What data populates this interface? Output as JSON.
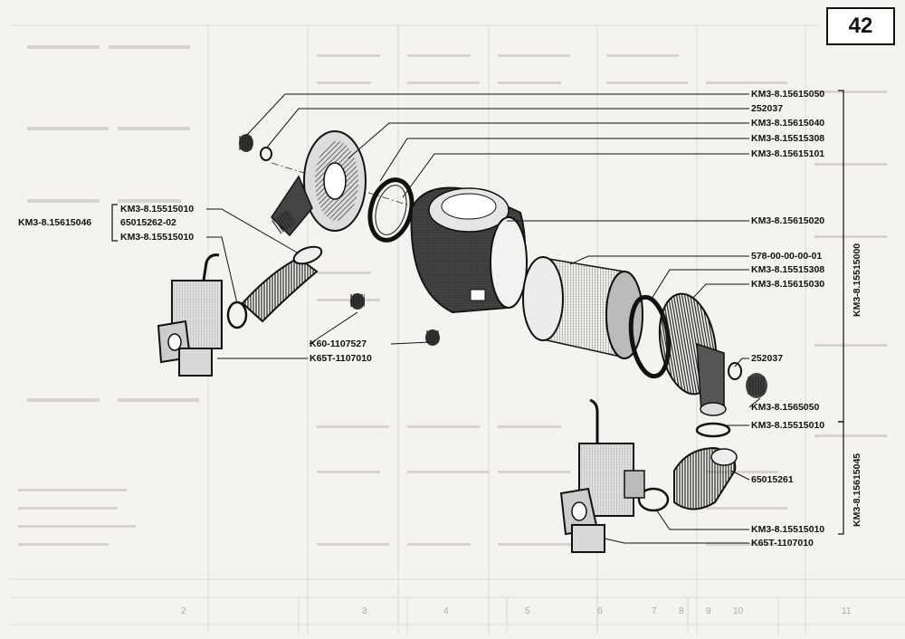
{
  "page_number": "42",
  "labels_right": [
    "KM3-8.15615050",
    "252037",
    "KM3-8.15615040",
    "KM3-8.15515308",
    "KM3-8.15615101",
    "KM3-8.15615020",
    "578-00-00-00-01",
    "KM3-8.15515308",
    "KM3-8.15615030",
    "252037",
    "KM3-8.1565050",
    "KM3-8.15515010",
    "65015261",
    "KM3-8.15515010",
    "K65T-1107010"
  ],
  "labels_left": [
    "KM3-8.15515010",
    "KM3-8.15615046",
    "65015262-02",
    "KM3-8.15515010",
    "K60-1107527",
    "K65T-1107010"
  ],
  "group_labels": [
    "KM3-8.15515000",
    "KM3-8.15615045"
  ],
  "bottom_row_numbers": [
    "2",
    "3",
    "4",
    "5",
    "6",
    "7",
    "8",
    "9",
    "10",
    "11"
  ]
}
